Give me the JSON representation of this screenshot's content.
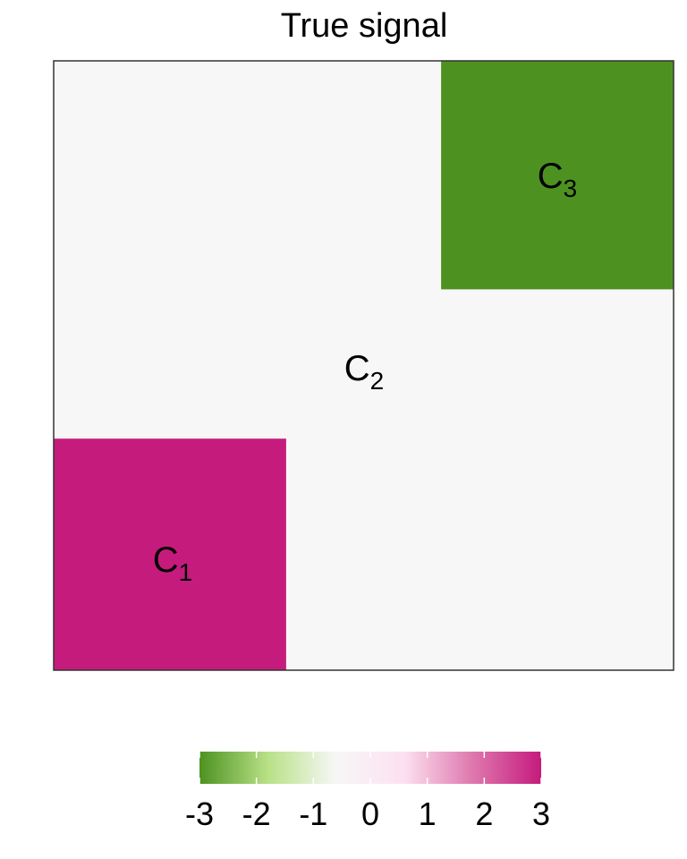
{
  "chart_data": {
    "type": "heatmap",
    "title": "True signal",
    "colorbar": {
      "ticks": [
        -3,
        -2,
        -1,
        0,
        1,
        2,
        3
      ],
      "tick_labels": [
        "-3",
        "-2",
        "-1",
        "0",
        "1",
        "2",
        "3"
      ],
      "range": [
        -3,
        3
      ],
      "colors": {
        "low": "#4d9221",
        "mid": "#f7f7f7",
        "high": "#c51b7d"
      },
      "stops": [
        "#4d9221",
        "#b8e186",
        "#f7f7f7",
        "#fde0ef",
        "#de77ae",
        "#c51b7d"
      ]
    },
    "blocks": [
      {
        "label": "C",
        "subscript": "1",
        "value": 3,
        "rows": [
          0,
          0.38
        ],
        "cols": [
          0,
          0.375
        ]
      },
      {
        "label": "C",
        "subscript": "2",
        "value": 0,
        "rows": [
          0,
          1
        ],
        "cols": [
          0,
          1
        ]
      },
      {
        "label": "C",
        "subscript": "3",
        "value": -3,
        "rows": [
          0.625,
          1
        ],
        "cols": [
          0.625,
          1
        ]
      }
    ]
  }
}
